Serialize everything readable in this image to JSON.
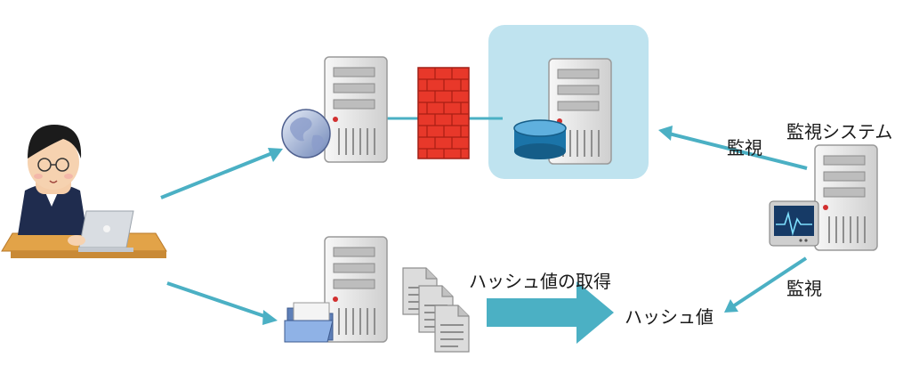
{
  "labels": {
    "monitoring_system": "監視システム",
    "monitor_top": "監視",
    "monitor_bottom": "監視",
    "hash_acquisition": "ハッシュ値の取得",
    "hash_value": "ハッシュ値"
  },
  "colors": {
    "arrow": "#4bb0c4",
    "db_highlight": "#bfe3ef",
    "firewall": "#e8382a",
    "server_body": "#e9e9e9",
    "db_cylinder": "#1b74a8"
  },
  "icons": [
    "person-at-laptop-icon",
    "web-server-icon",
    "globe-icon",
    "firewall-icon",
    "database-server-icon",
    "database-icon",
    "file-server-icon",
    "folder-icon",
    "documents-icon",
    "monitoring-server-icon",
    "monitor-screen-icon"
  ]
}
